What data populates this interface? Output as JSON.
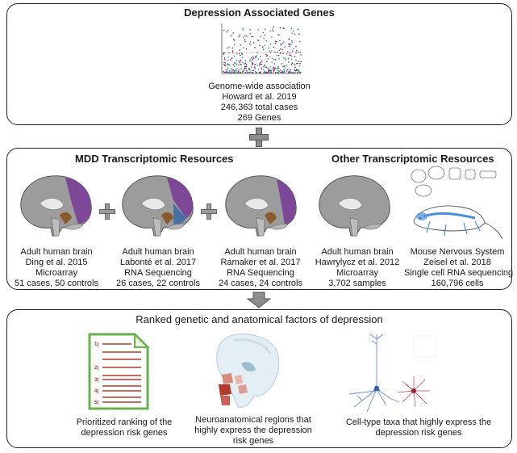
{
  "top": {
    "title": "Depression Associated Genes",
    "lines": [
      "Genome-wide association",
      "Howard et al. 2019",
      "246,363 total cases",
      "269 Genes"
    ]
  },
  "middle": {
    "mdd_title": "MDD Transcriptomic Resources",
    "other_title": "Other Transcriptomic Resources",
    "resources": [
      {
        "lines": [
          "Adult human brain",
          "Ding et al. 2015",
          "Microarray",
          "51 cases, 50 controls"
        ]
      },
      {
        "lines": [
          "Adult human brain",
          "Labonté et al. 2017",
          "RNA Sequencing",
          "26 cases, 22 controls"
        ]
      },
      {
        "lines": [
          "Adult human brain",
          "Ramaker et al. 2017",
          "RNA Sequencing",
          "24 cases, 24 controls"
        ]
      },
      {
        "lines": [
          "Adult human brain",
          "Hawrylycz et al. 2012",
          "Microarray",
          "3,702 samples"
        ]
      },
      {
        "lines": [
          "Mouse Nervous System",
          "Zeisel et al. 2018",
          "Single cell RNA sequencing",
          "160,796 cells"
        ]
      }
    ]
  },
  "bottom": {
    "title": "Ranked genetic and anatomical factors of depression",
    "list_numbers": [
      "1)",
      "2)",
      "3)",
      "4)",
      "5)"
    ],
    "outputs": [
      {
        "lines": [
          "Prioritized ranking of the",
          "depression risk genes"
        ]
      },
      {
        "lines": [
          "Neuroanatomical regions that",
          "highly express the depression",
          "risk genes"
        ]
      },
      {
        "lines": [
          "Cell-type taxa that highly express the",
          "depression risk genes"
        ]
      }
    ]
  },
  "colors": {
    "purple": "#7b3f98",
    "brown": "#8b5a2b",
    "blue": "#4a6fa5",
    "green": "#6ab04c",
    "red": "#b03a2e"
  }
}
